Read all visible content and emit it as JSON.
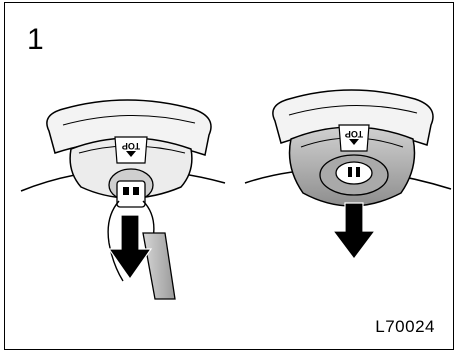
{
  "step_number": "1",
  "figure_code": "L70024",
  "left_socket": {
    "tag_text": "TOP"
  },
  "right_socket": {
    "tag_text": "TOP"
  },
  "colors": {
    "line": "#000000",
    "paper": "#ffffff",
    "light_shade": "#f1f1f1",
    "mid_shade": "#bdbdbd",
    "dark_shade": "#8a8a8a"
  }
}
